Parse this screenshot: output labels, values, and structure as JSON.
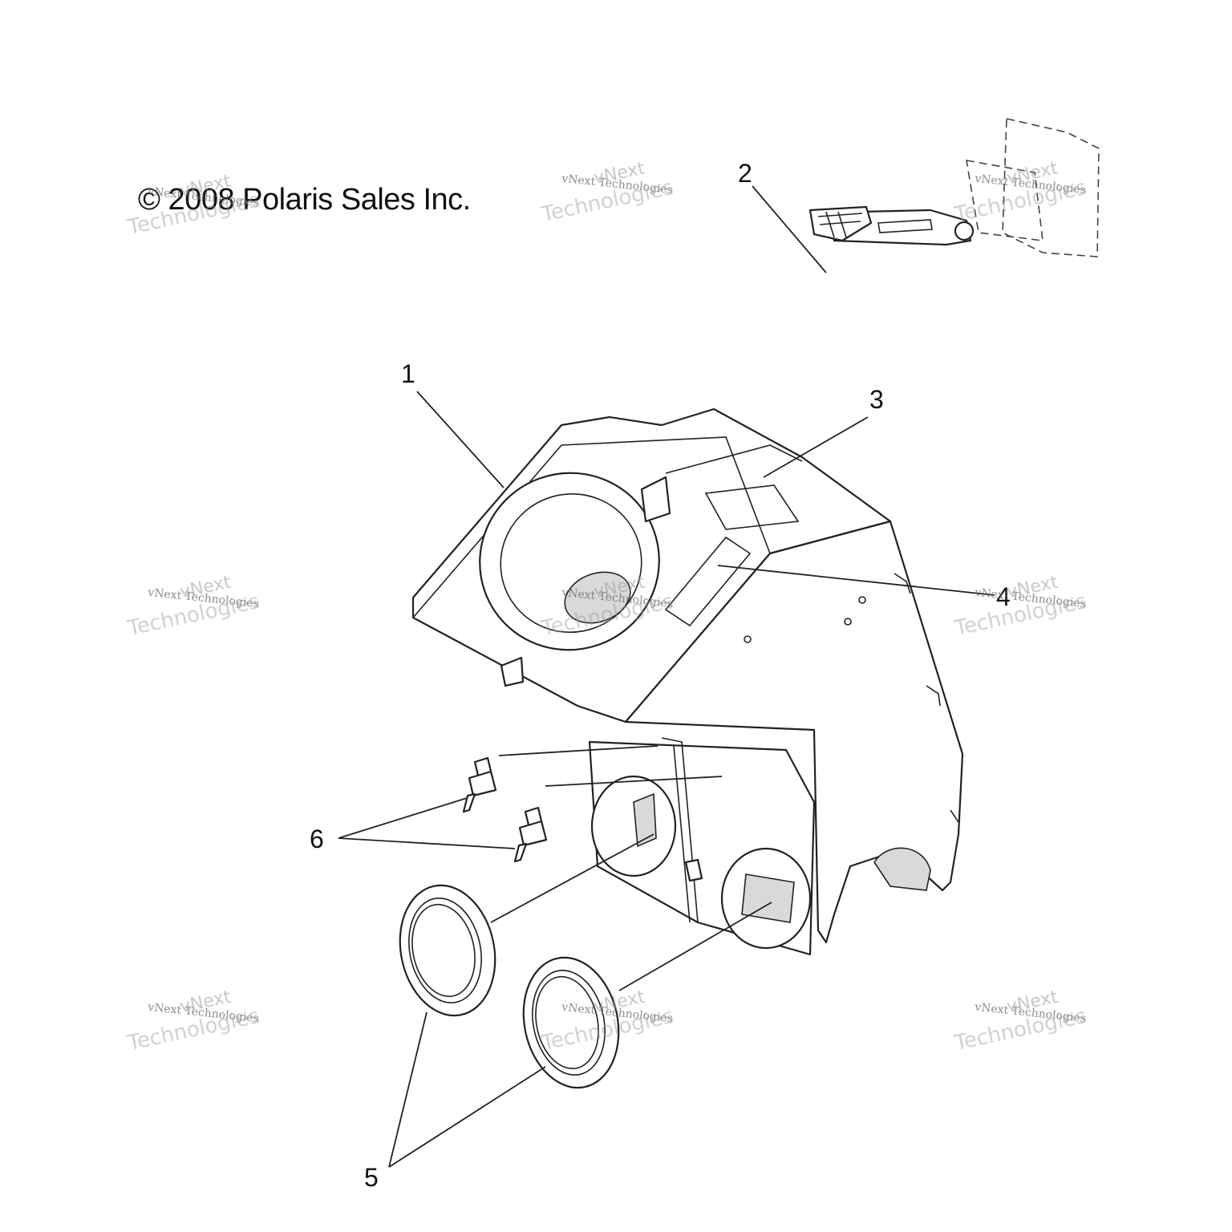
{
  "copyright": "© 2008 Polaris Sales Inc.",
  "watermark": {
    "line1": "vNext",
    "line2": "vNext Technologies",
    "line3": "Technologies"
  },
  "callouts": {
    "c1": "1",
    "c2": "2",
    "c3": "3",
    "c4": "4",
    "c5": "5",
    "c6": "6"
  }
}
